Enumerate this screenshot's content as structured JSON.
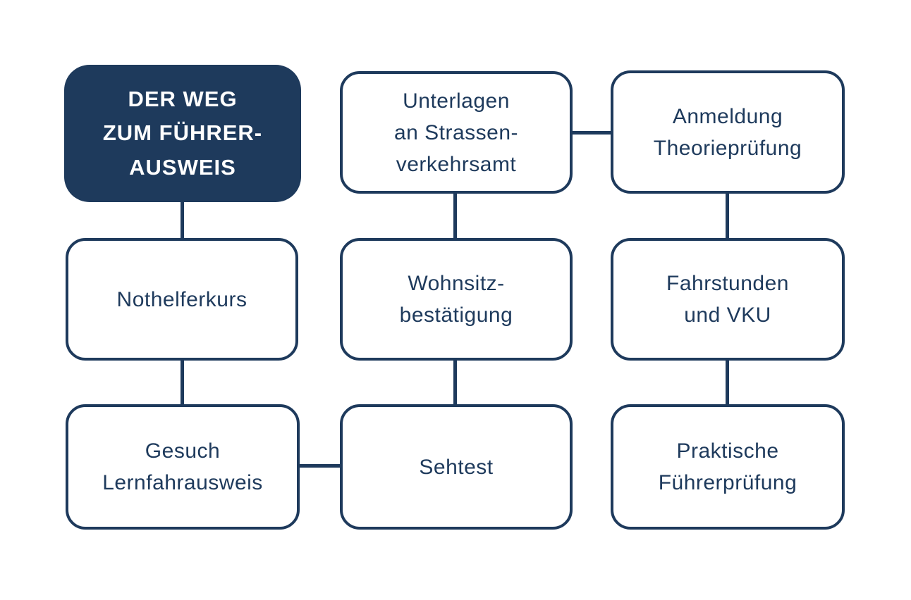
{
  "diagram": {
    "language": "de",
    "colors": {
      "navy": "#1e3a5c",
      "background": "#ffffff",
      "title_text": "#ffffff"
    },
    "nodes": [
      {
        "id": "title",
        "label": "DER WEG\nZUM FÜHRER-\nAUSWEIS",
        "variant": "filled",
        "row": 1,
        "col": 1
      },
      {
        "id": "unterlagen",
        "label": "Unterlagen\nan Strassen-\nverkehrsamt",
        "variant": "outlined",
        "row": 1,
        "col": 2
      },
      {
        "id": "anmeldung",
        "label": "Anmeldung\nTheorieprüfung",
        "variant": "outlined",
        "row": 1,
        "col": 3
      },
      {
        "id": "nothelfer",
        "label": "Nothelferkurs",
        "variant": "outlined",
        "row": 2,
        "col": 1
      },
      {
        "id": "wohnsitz",
        "label": "Wohnsitz-\nbestätigung",
        "variant": "outlined",
        "row": 2,
        "col": 2
      },
      {
        "id": "fahrstunden",
        "label": "Fahrstunden\nund VKU",
        "variant": "outlined",
        "row": 2,
        "col": 3
      },
      {
        "id": "gesuch",
        "label": "Gesuch\nLernfahrausweis",
        "variant": "outlined",
        "row": 3,
        "col": 1
      },
      {
        "id": "sehtest",
        "label": "Sehtest",
        "variant": "outlined",
        "row": 3,
        "col": 2
      },
      {
        "id": "praktische",
        "label": "Praktische\nFührerprüfung",
        "variant": "outlined",
        "row": 3,
        "col": 3
      }
    ],
    "edges": [
      {
        "from": "title",
        "to": "nothelfer",
        "direction": "down"
      },
      {
        "from": "nothelfer",
        "to": "gesuch",
        "direction": "down"
      },
      {
        "from": "gesuch",
        "to": "sehtest",
        "direction": "right"
      },
      {
        "from": "sehtest",
        "to": "wohnsitz",
        "direction": "up"
      },
      {
        "from": "wohnsitz",
        "to": "unterlagen",
        "direction": "up"
      },
      {
        "from": "unterlagen",
        "to": "anmeldung",
        "direction": "right"
      },
      {
        "from": "anmeldung",
        "to": "fahrstunden",
        "direction": "down"
      },
      {
        "from": "fahrstunden",
        "to": "praktische",
        "direction": "down"
      }
    ]
  }
}
